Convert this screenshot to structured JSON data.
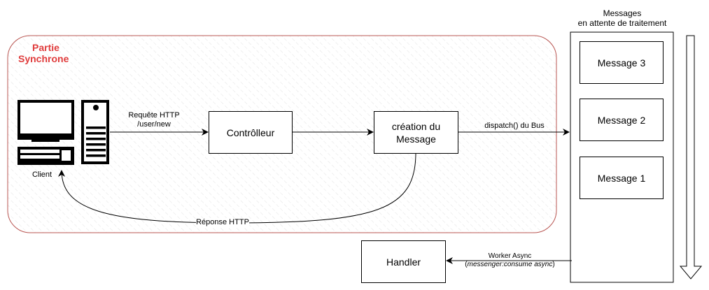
{
  "sync_zone": {
    "title_line1": "Partie",
    "title_line2": "Synchrone",
    "color": "#e03c3c"
  },
  "client": {
    "label": "Client"
  },
  "boxes": {
    "controller": "Contrôlleur",
    "creation_line1": "création du",
    "creation_line2": "Message",
    "handler": "Handler"
  },
  "arrows": {
    "request_line1": "Requête HTTP",
    "request_line2": "/user/new",
    "dispatch": "dispatch() du Bus",
    "response": "Réponse HTTP",
    "worker_line1": "Worker Async",
    "worker_line2": "messenger:consume async"
  },
  "queue": {
    "title_line1": "Messages",
    "title_line2": "en attente de traitement",
    "messages": [
      "Message 3",
      "Message 2",
      "Message 1"
    ]
  }
}
